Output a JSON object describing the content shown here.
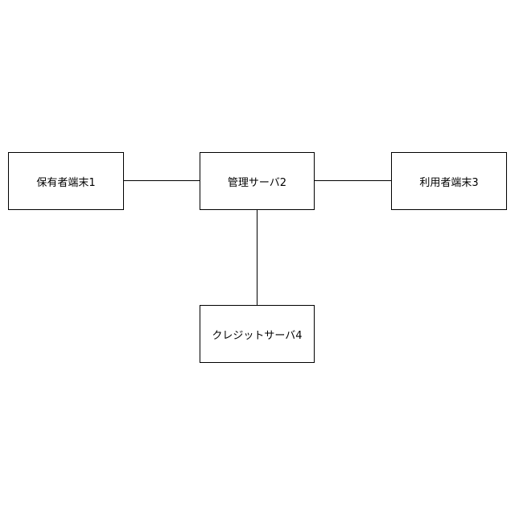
{
  "diagram": {
    "nodes": {
      "owner_terminal": {
        "label": "保有者端末1"
      },
      "management_server": {
        "label": "管理サーバ2"
      },
      "user_terminal": {
        "label": "利用者端末3"
      },
      "credit_server": {
        "label": "クレジットサーバ4"
      }
    },
    "edges": [
      {
        "from": "owner_terminal",
        "to": "management_server"
      },
      {
        "from": "management_server",
        "to": "user_terminal"
      },
      {
        "from": "management_server",
        "to": "credit_server"
      }
    ],
    "colors": {
      "stroke": "#000000",
      "fill": "#ffffff",
      "text": "#000000"
    }
  }
}
